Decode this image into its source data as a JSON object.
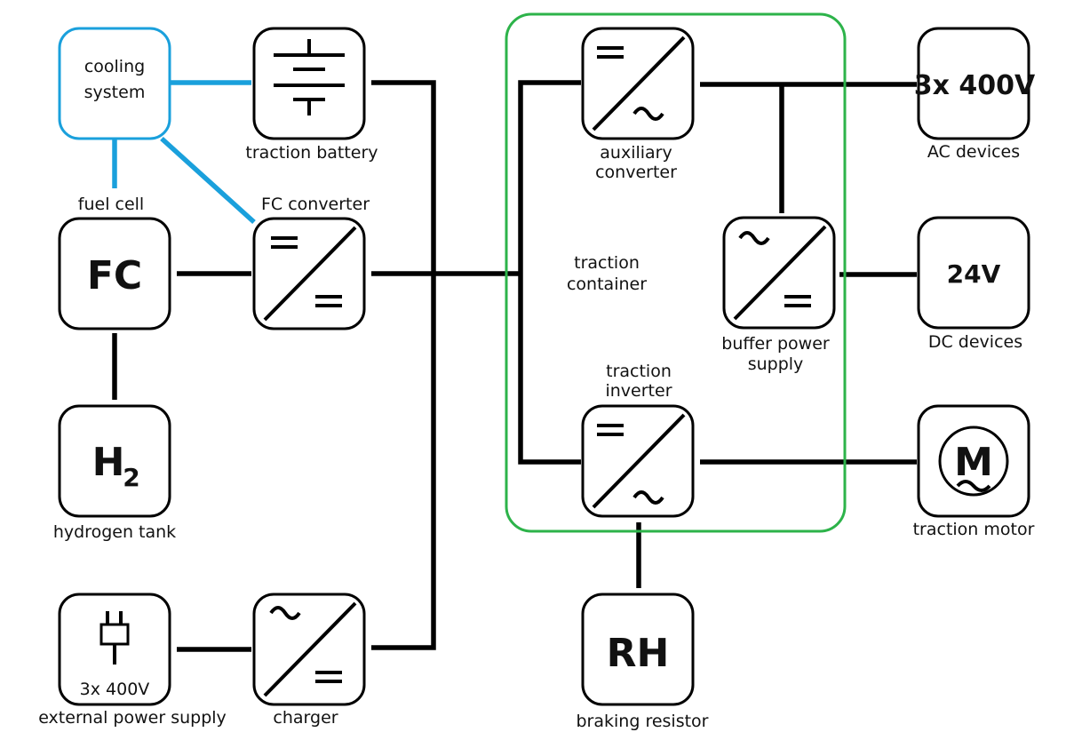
{
  "colors": {
    "wire": "#000000",
    "cooling": "#1aa0dc",
    "container": "#2db34a",
    "text": "#111111"
  },
  "cooling": {
    "line1": "cooling",
    "line2": "system"
  },
  "container": {
    "line1": "traction",
    "line2": "container"
  },
  "labels": {
    "traction_battery": "traction battery",
    "fuel_cell": "fuel cell",
    "fc_converter": "FC converter",
    "hydrogen_tank": "hydrogen tank",
    "external_power_supply": "external power supply",
    "charger": "charger",
    "aux_line1": "auxiliary",
    "aux_line2": "converter",
    "buffer_line1": "buffer power",
    "buffer_line2": "supply",
    "inv_line1": "traction",
    "inv_line2": "inverter",
    "braking_resistor": "braking  resistor",
    "ac_devices": "AC devices",
    "dc_devices": "DC devices",
    "traction_motor": "traction motor"
  },
  "box_text": {
    "fc": "FC",
    "h2_main": "H",
    "h2_sub": "2",
    "rh": "RH",
    "ac_voltage": "3x 400V",
    "dc_voltage": "24V",
    "ext_voltage": "3x 400V",
    "motor": "M"
  },
  "icons": {
    "battery": "battery-icon",
    "plug": "plug-icon",
    "dc_dc": "dc-dc-converter-icon",
    "dc_ac": "dc-ac-converter-icon",
    "ac_dc": "ac-dc-converter-icon",
    "motor": "motor-icon"
  }
}
